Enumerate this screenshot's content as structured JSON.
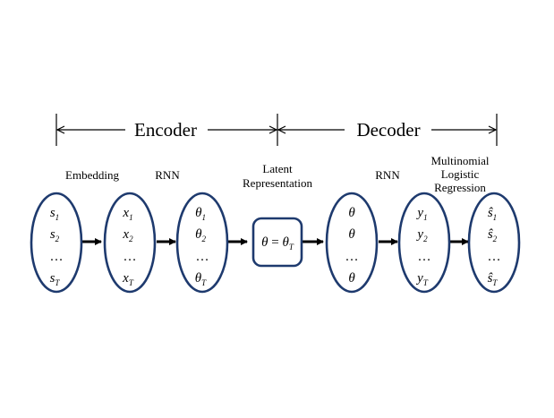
{
  "sections": {
    "encoder": "Encoder",
    "decoder": "Decoder"
  },
  "headers": {
    "embedding": "Embedding",
    "rnn1": "RNN",
    "latent_line1": "Latent",
    "latent_line2": "Representation",
    "rnn2": "RNN",
    "mlr_line1": "Multinomial",
    "mlr_line2": "Logistic",
    "mlr_line3": "Regression"
  },
  "nodes": {
    "input": {
      "rows": [
        {
          "base": "s",
          "sub": "1"
        },
        {
          "base": "s",
          "sub": "2"
        },
        {
          "base": "…",
          "sub": ""
        },
        {
          "base": "s",
          "sub": "T"
        }
      ]
    },
    "embedded": {
      "rows": [
        {
          "base": "x",
          "sub": "1"
        },
        {
          "base": "x",
          "sub": "2"
        },
        {
          "base": "…",
          "sub": ""
        },
        {
          "base": "x",
          "sub": "T"
        }
      ]
    },
    "hidden": {
      "rows": [
        {
          "base": "θ",
          "sub": "1"
        },
        {
          "base": "θ",
          "sub": "2"
        },
        {
          "base": "…",
          "sub": ""
        },
        {
          "base": "θ",
          "sub": "T"
        }
      ]
    },
    "latent": {
      "lhs": "θ",
      "eq": " = ",
      "rhs": "θ",
      "rhs_sub": "T"
    },
    "decoder_input": {
      "rows": [
        {
          "base": "θ",
          "sub": ""
        },
        {
          "base": "θ",
          "sub": ""
        },
        {
          "base": "…",
          "sub": ""
        },
        {
          "base": "θ",
          "sub": ""
        }
      ]
    },
    "decoder_hidden": {
      "rows": [
        {
          "base": "y",
          "sub": "1"
        },
        {
          "base": "y",
          "sub": "2"
        },
        {
          "base": "…",
          "sub": ""
        },
        {
          "base": "y",
          "sub": "T"
        }
      ]
    },
    "output": {
      "rows": [
        {
          "base": "ŝ",
          "sub": "1"
        },
        {
          "base": "ŝ",
          "sub": "2"
        },
        {
          "base": "…",
          "sub": ""
        },
        {
          "base": "ŝ",
          "sub": "T"
        }
      ]
    }
  },
  "colors": {
    "node_border": "#1e3a6e",
    "ink": "#000000"
  }
}
